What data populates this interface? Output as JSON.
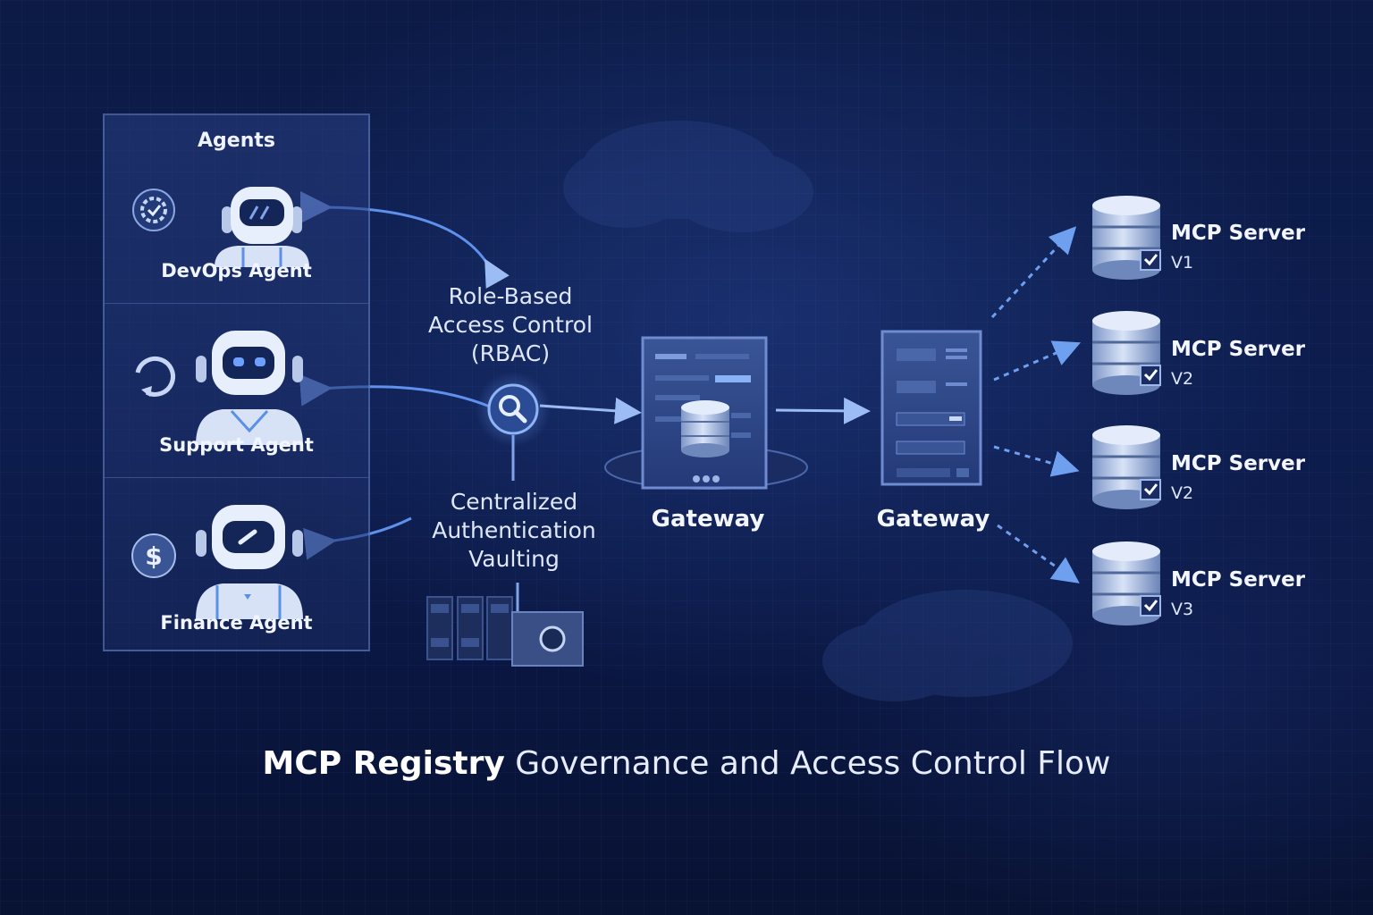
{
  "agents": {
    "title": "Agents",
    "items": [
      {
        "label": "DevOps Agent",
        "badge_icon": "gear-check-icon",
        "avatar_icon": "robot-visor-icon"
      },
      {
        "label": "Support Agent",
        "badge_icon": "refresh-icon",
        "avatar_icon": "robot-eyes-icon"
      },
      {
        "label": "Finance Agent",
        "badge_icon": "dollar-icon",
        "avatar_icon": "robot-single-eye-icon"
      }
    ]
  },
  "rbac": {
    "lines": [
      "Role-Based",
      "Access Control",
      "(RBAC)"
    ],
    "icon": "magnifier-icon"
  },
  "auth": {
    "lines": [
      "Centralized",
      "Authentication",
      "Vaulting"
    ],
    "icon": "vault-racks-icon"
  },
  "gateways": [
    {
      "label": "Gateway",
      "icon": "gateway-database-icon"
    },
    {
      "label": "Gateway",
      "icon": "gateway-server-icon"
    }
  ],
  "servers": [
    {
      "name": "MCP Server",
      "version": "V1",
      "icon": "database-stack-icon"
    },
    {
      "name": "MCP Server",
      "version": "V2",
      "icon": "database-stack-icon"
    },
    {
      "name": "MCP Server",
      "version": "V2",
      "icon": "database-stack-icon"
    },
    {
      "name": "MCP Server",
      "version": "V3",
      "icon": "database-stack-icon"
    }
  ],
  "footer": {
    "bold": "MCP Registry",
    "rest": " Governance and Access Control Flow"
  },
  "colors": {
    "background": "#0c1a45",
    "accent": "#5b8fe8",
    "panel_border": "#7896dc",
    "text": "#e8eefc"
  }
}
